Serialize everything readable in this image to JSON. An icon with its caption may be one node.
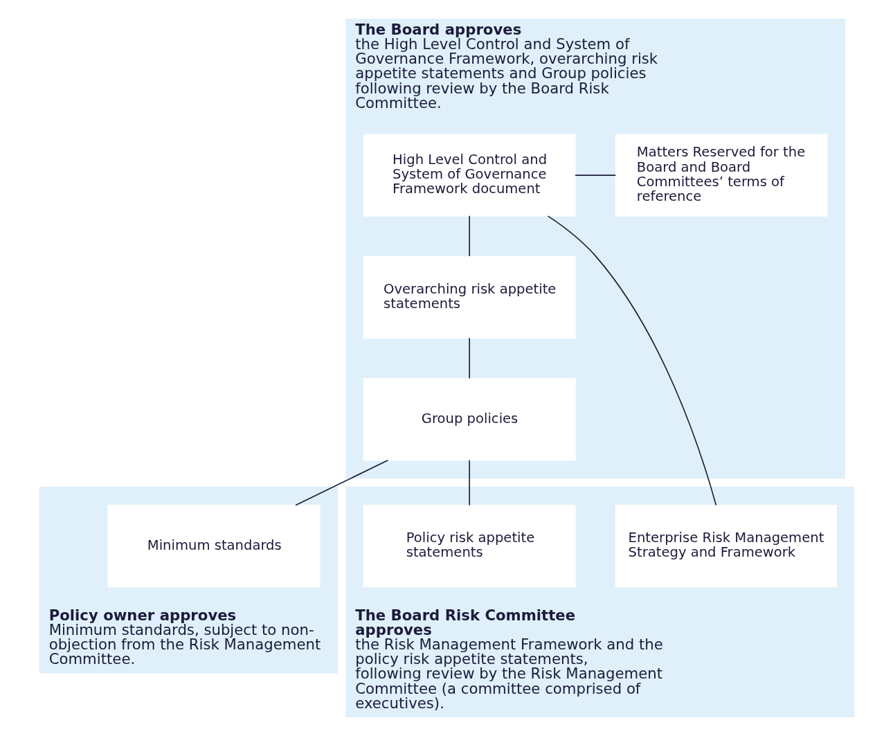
{
  "diagram": {
    "nodes": [
      {
        "text": [
          "The Board approves",
          "the High Level Control and System of Governance Framework, overarching risk appetite statements and Group policies following review by the Board Risk Committee."
        ]
      },
      {
        "text": [
          "Matters Reserved for the Board and Board Committees’ terms of reference"
        ],
        "in": 0
      },
      {
        "text": [
          "High Level Control and System of Governance Framework document"
        ],
        "in": 0
      },
      {
        "text": [
          "Overarching risk appetite statements"
        ],
        "in": 0
      },
      {
        "text": [
          "Group policies"
        ],
        "in": 0
      },
      {
        "text": [
          "The Board Risk Committee approves",
          "the Risk Management Framework and the policy risk appetite statements, following review by the Risk Management Committee (a committee comprised of executives)."
        ]
      },
      {
        "text": [
          "Enterprise Risk Management Strategy and Framework"
        ],
        "in": 5
      },
      {
        "text": [
          "Policy risk appetite statements"
        ],
        "in": 5
      },
      {
        "text": [
          "Policy owner approves",
          "Minimum standards, subject to non-objection from the Risk Management Committee."
        ]
      },
      {
        "text": [
          "Minimum standards"
        ],
        "in": 8
      }
    ],
    "edges": [
      {
        "from": 1,
        "to": 2,
        "arrow": "none"
      },
      {
        "from": 2,
        "to": 3,
        "arrow": "none"
      },
      {
        "from": 3,
        "to": 4,
        "arrow": "none"
      },
      {
        "from": 2,
        "to": 6,
        "arrow": "none"
      },
      {
        "from": 4,
        "to": 7,
        "arrow": "none"
      },
      {
        "from": 4,
        "to": 9,
        "arrow": "none"
      }
    ]
  }
}
